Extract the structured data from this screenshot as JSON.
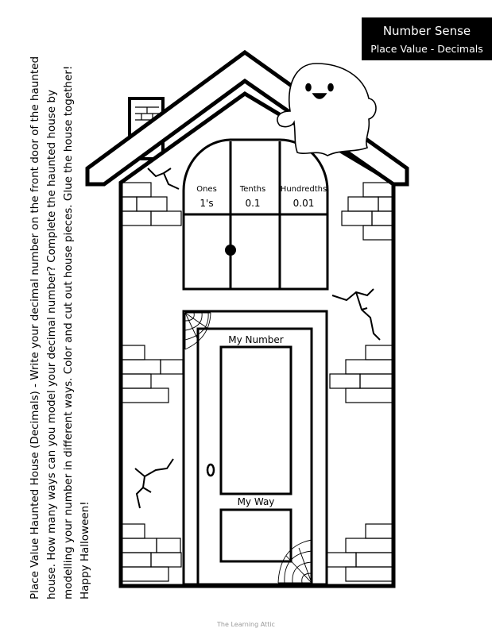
{
  "header": {
    "title": "Number Sense",
    "subtitle": "Place Value - Decimals"
  },
  "instructions": "Place Value Haunted House (Decimals) - Write your decimal number on the front door of the haunted house. How many ways can you model your decimal number? Complete the haunted house by modelling your number in different ways. Color and cut out house pieces. Glue the house together! Happy Halloween!",
  "window": {
    "columns": [
      {
        "heading": "Ones",
        "value": "1's"
      },
      {
        "heading": "Tenths",
        "value": "0.1"
      },
      {
        "heading": "Hundredths",
        "value": "0.01"
      }
    ]
  },
  "door": {
    "number_label": "My Number",
    "way_label": "My Way"
  },
  "footer": "The Learning Attic",
  "icons": [
    "ghost-icon",
    "cobweb-icon",
    "crack-icon",
    "chimney-icon",
    "door-knob-icon"
  ]
}
